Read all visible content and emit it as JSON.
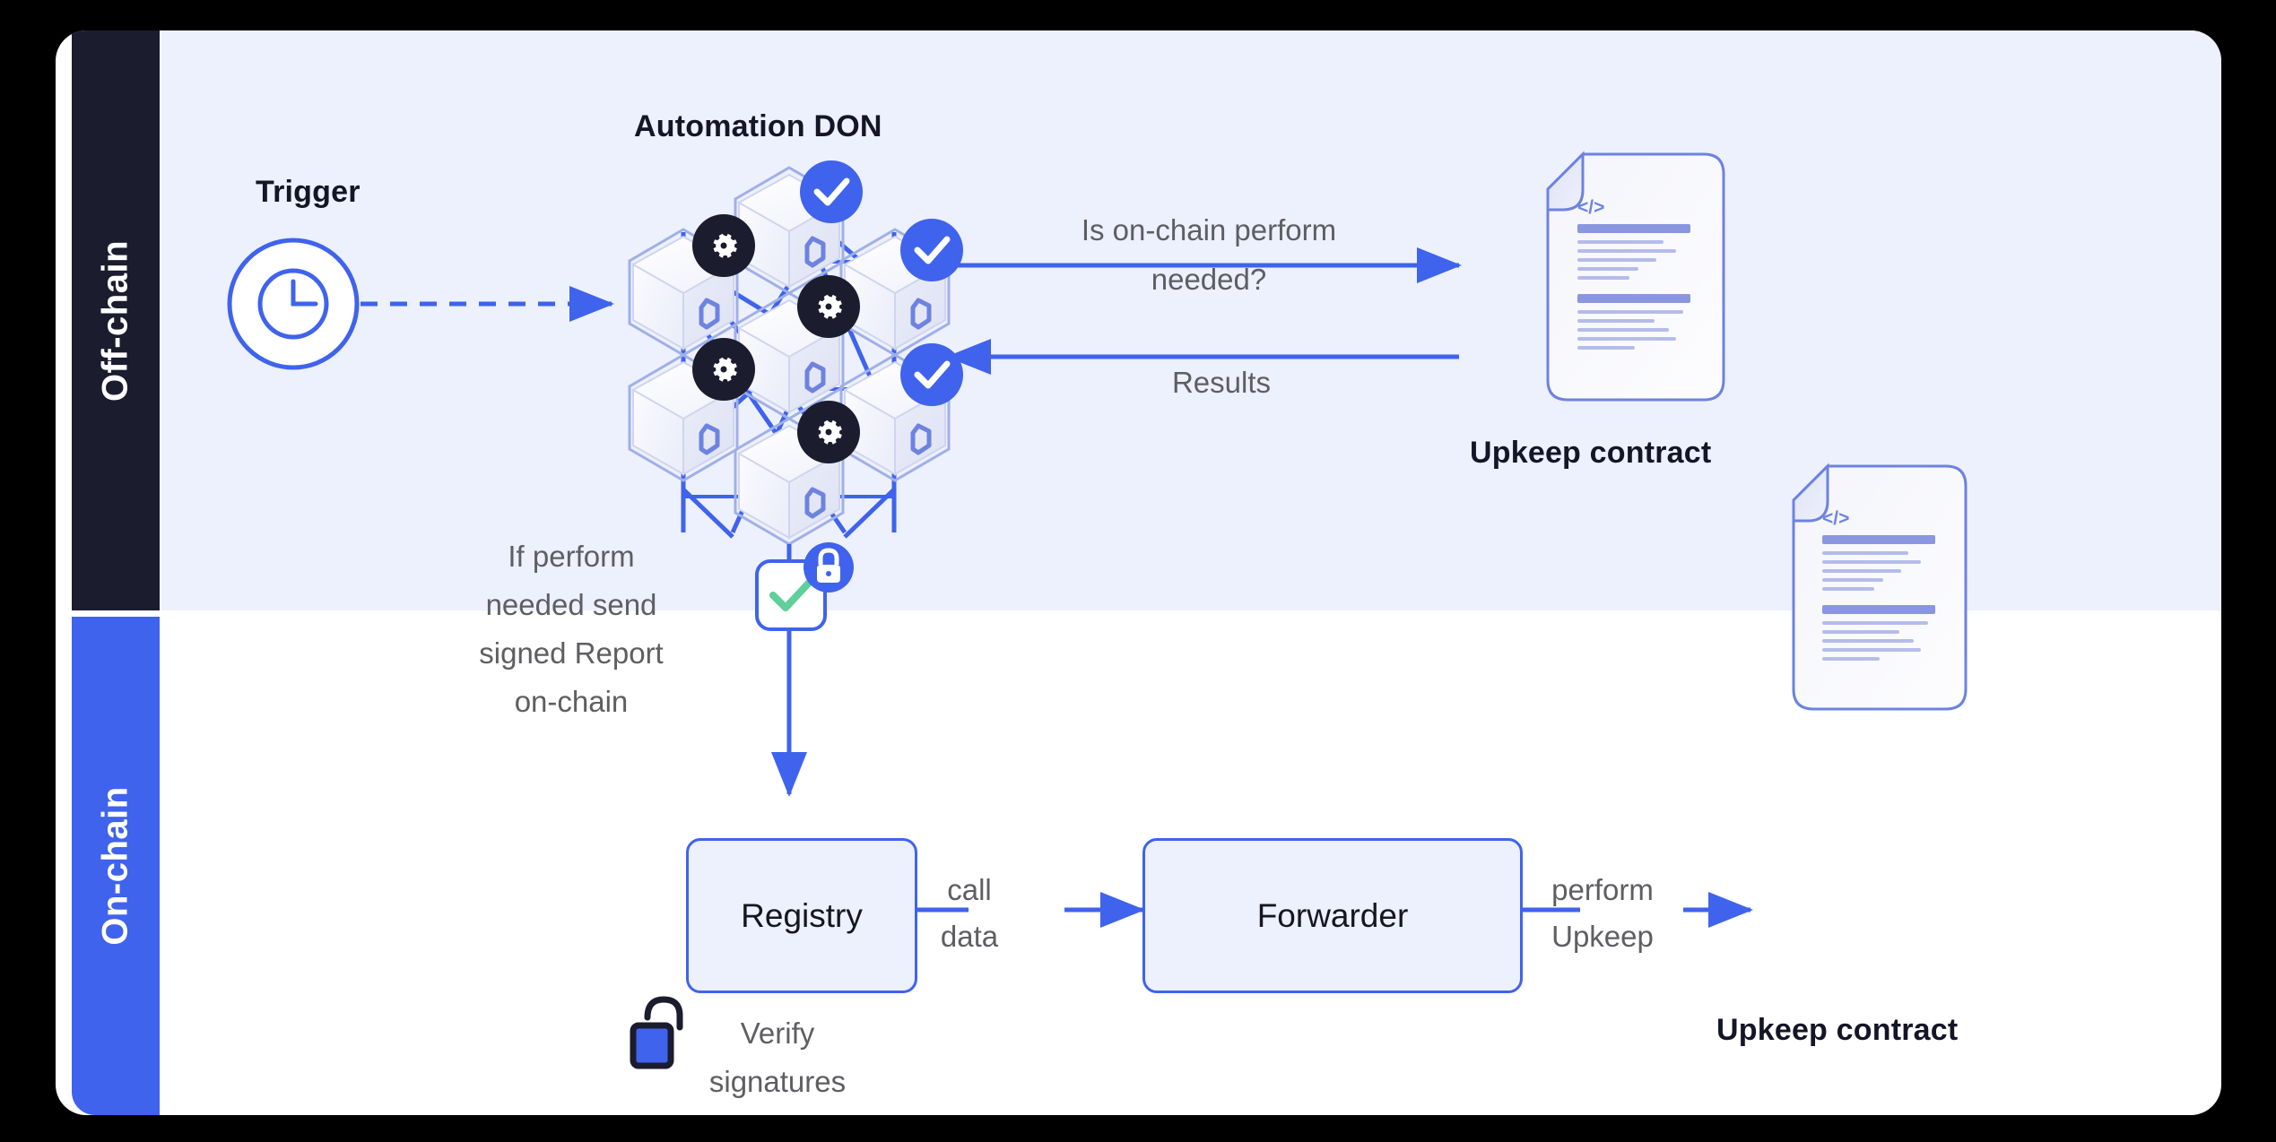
{
  "diagram": {
    "title": "Chainlink Automation flow",
    "lanes": [
      {
        "id": "off-chain",
        "label": "Off-chain",
        "color": "#1b1c2e"
      },
      {
        "id": "on-chain",
        "label": "On-chain",
        "color": "#3f63ec"
      }
    ],
    "nodes": {
      "trigger_label": "Trigger",
      "don_title": "Automation DON",
      "registry": "Registry",
      "forwarder": "Forwarder",
      "upkeep_contract_top": "Upkeep contract",
      "upkeep_contract_bottom": "Upkeep contract"
    },
    "edge_labels": {
      "is_perform_needed_line1": "Is on-chain perform",
      "is_perform_needed_line2": "needed?",
      "results": "Results",
      "signed_report_line1": "If perform",
      "signed_report_line2": "needed send",
      "signed_report_line3": "signed Report",
      "signed_report_line4": "on-chain",
      "call_data_line1": "call",
      "call_data_line2": "data",
      "perform_upkeep_line1": "perform",
      "perform_upkeep_line2": "Upkeep",
      "verify_signatures_line1": "Verify",
      "verify_signatures_line2": "signatures"
    },
    "icons": {
      "trigger": "clock-icon",
      "don_node_ok": "check-circle-icon",
      "don_node_work": "gear-circle-icon",
      "signed_report": "signed-report-check-icon",
      "signed_report_badge": "lock-closed-icon",
      "verify": "lock-open-icon",
      "contract": "code-document-icon",
      "contract_code_glyph": "</>"
    },
    "don_nodes": [
      {
        "position": "top",
        "badge": "check-circle-icon"
      },
      {
        "position": "upper-left",
        "badge": "gear-circle-icon"
      },
      {
        "position": "upper-right",
        "badge": "check-circle-icon"
      },
      {
        "position": "center",
        "badge": "gear-circle-icon"
      },
      {
        "position": "lower-left",
        "badge": "gear-circle-icon"
      },
      {
        "position": "lower-right",
        "badge": "check-circle-icon"
      },
      {
        "position": "bottom",
        "badge": "gear-circle-icon"
      }
    ],
    "colors": {
      "accent_blue": "#3f63ec",
      "panel_lavender": "#edf0fd",
      "dark": "#1b1c2e",
      "text_grey": "#5e5e63",
      "check_green": "#5fcf9b",
      "doc_line": "#8b96e0",
      "canvas": "#000000",
      "card": "#ffffff"
    }
  }
}
